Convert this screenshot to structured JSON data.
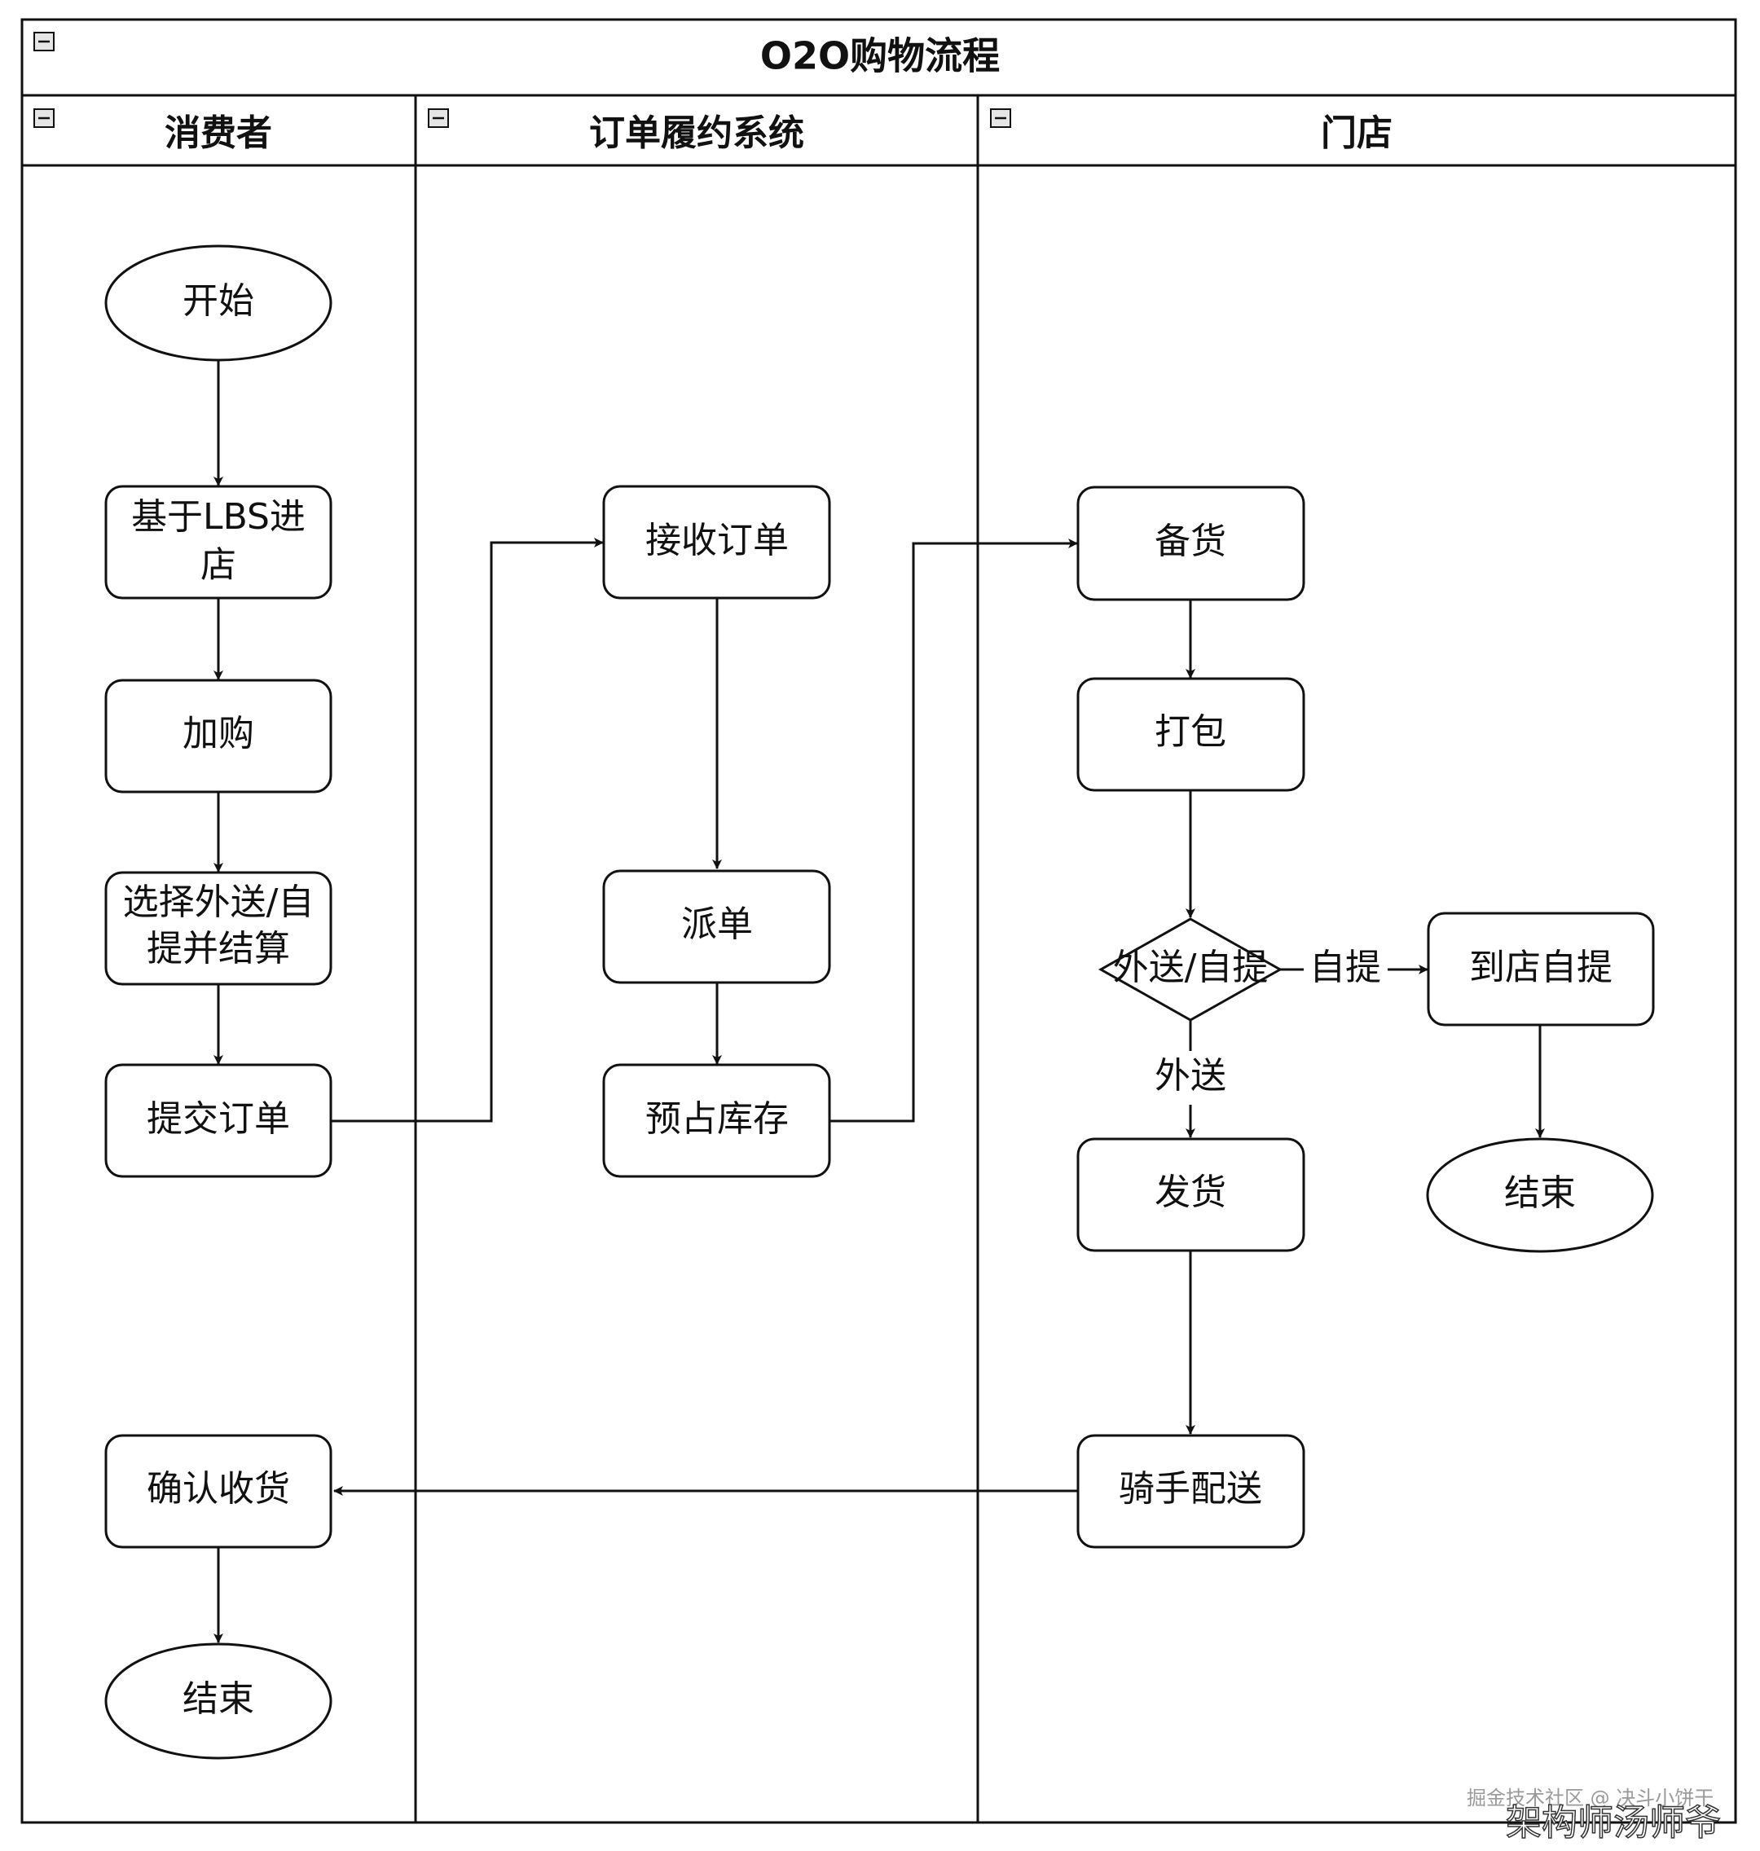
{
  "title": "O2O购物流程",
  "lanes": {
    "consumer": "消费者",
    "fulfillment": "订单履约系统",
    "store": "门店"
  },
  "nodes": {
    "start": "开始",
    "lbs": [
      "基于LBS进",
      "店"
    ],
    "add_cart": "加购",
    "choose": [
      "选择外送/自",
      "提并结算"
    ],
    "submit": "提交订单",
    "confirm": "确认收货",
    "end_consumer": "结束",
    "receive": "接收订单",
    "dispatch": "派单",
    "reserve": "预占库存",
    "prepare": "备货",
    "pack": "打包",
    "decision": "外送/自提",
    "pickup": "到店自提",
    "end_store": "结束",
    "ship": "发货",
    "rider": "骑手配送"
  },
  "edge_labels": {
    "self_pickup": "自提",
    "delivery": "外送"
  },
  "watermark": {
    "small": "掘金技术社区 @ 决斗小饼干",
    "large": "架构师汤师爷"
  },
  "colors": {
    "stroke": "#111111",
    "background": "#ffffff",
    "collapse_icon_fill": "#e6e6e6"
  }
}
